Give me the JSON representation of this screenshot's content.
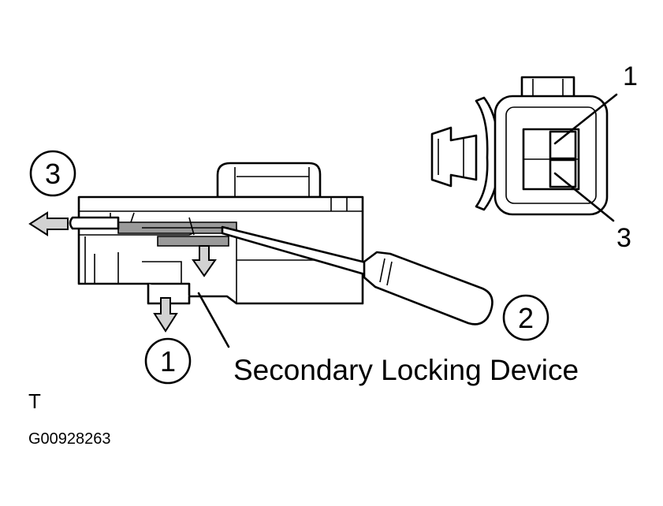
{
  "callouts": {
    "step1": "1",
    "step2": "2",
    "step3": "3",
    "terminal_1": "1",
    "terminal_3": "3"
  },
  "caption": "Secondary Locking Device",
  "corner_mark": "T",
  "figure_id": "G00928263"
}
